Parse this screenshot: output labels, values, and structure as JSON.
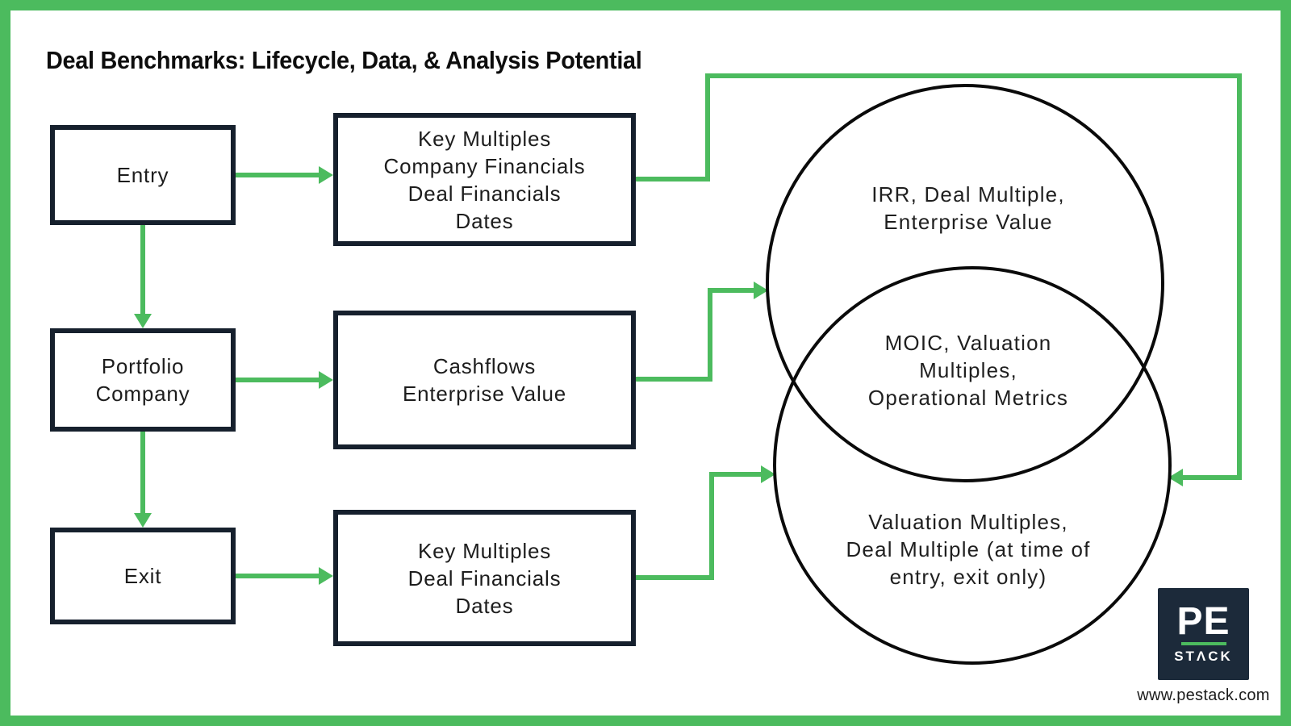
{
  "title": "Deal Benchmarks: Lifecycle, Data, & Analysis Potential",
  "colors": {
    "accent_green": "#4CBB5E",
    "box_border_navy": "#16202D",
    "logo_background": "#1C2A3A",
    "circle_stroke": "#0A0A0A"
  },
  "lifecycle": {
    "entry": {
      "label": "Entry"
    },
    "portfolio": {
      "lines": [
        "Portfolio",
        "Company"
      ]
    },
    "exit": {
      "label": "Exit"
    }
  },
  "data_boxes": {
    "entry": {
      "lines": [
        "Key Multiples",
        "Company Financials",
        "Deal Financials",
        "Dates"
      ]
    },
    "portfolio": {
      "lines": [
        "Cashflows",
        "Enterprise Value"
      ]
    },
    "exit": {
      "lines": [
        "Key Multiples",
        "Deal Financials",
        "Dates"
      ]
    }
  },
  "venn": {
    "top": {
      "lines": [
        "IRR, Deal Multiple,",
        "Enterprise Value"
      ]
    },
    "overlap": {
      "lines": [
        "MOIC, Valuation",
        "Multiples,",
        "Operational Metrics"
      ]
    },
    "bottom": {
      "lines": [
        "Valuation Multiples,",
        "Deal Multiple (at time of",
        "entry, exit only)"
      ]
    }
  },
  "logo": {
    "top": "PE",
    "bottom": "STΛCK",
    "website": "www.pestack.com"
  }
}
